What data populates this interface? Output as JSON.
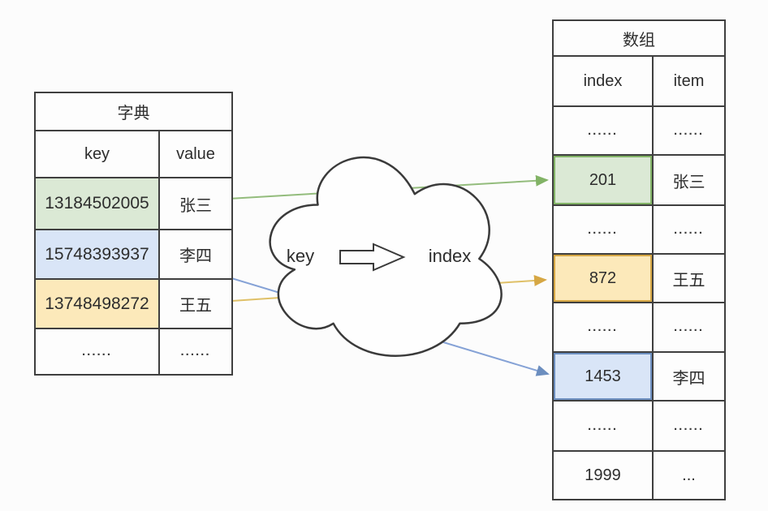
{
  "left_table": {
    "title": "字典",
    "columns": [
      "key",
      "value"
    ],
    "rows": [
      {
        "key": "13184502005",
        "value": "张三",
        "highlight": "green"
      },
      {
        "key": "15748393937",
        "value": "李四",
        "highlight": "blue"
      },
      {
        "key": "13748498272",
        "value": "王五",
        "highlight": "yellow"
      },
      {
        "key": "......",
        "value": "......",
        "highlight": "none"
      }
    ]
  },
  "right_table": {
    "title": "数组",
    "columns": [
      "index",
      "item"
    ],
    "rows": [
      {
        "index": "......",
        "item": "......",
        "highlight": "none"
      },
      {
        "index": "201",
        "item": "张三",
        "highlight": "green"
      },
      {
        "index": "......",
        "item": "......",
        "highlight": "none"
      },
      {
        "index": "872",
        "item": "王五",
        "highlight": "yellow"
      },
      {
        "index": "......",
        "item": "......",
        "highlight": "none"
      },
      {
        "index": "1453",
        "item": "李四",
        "highlight": "blue"
      },
      {
        "index": "......",
        "item": "......",
        "highlight": "none"
      },
      {
        "index": "1999",
        "item": "...",
        "highlight": "none"
      }
    ]
  },
  "cloud": {
    "key_label": "key",
    "index_label": "index"
  },
  "mappings": [
    {
      "from_key": "13184502005",
      "to_index": "201",
      "color": "#82b366"
    },
    {
      "from_key": "13748498272",
      "to_index": "872",
      "color": "#d6a744"
    },
    {
      "from_key": "15748393937",
      "to_index": "1453",
      "color": "#6c8ebf"
    }
  ],
  "colors": {
    "green_fill": "#dbe9d5",
    "green_stroke": "#82b366",
    "blue_fill": "#d9e5f7",
    "blue_stroke": "#6c8ebf",
    "yellow_fill": "#fce9ba",
    "yellow_stroke": "#d6a744",
    "table_border": "#3f3f3f",
    "green_line": "#93bc7c",
    "blue_line": "#85a2d6",
    "yellow_line": "#dfc067"
  }
}
